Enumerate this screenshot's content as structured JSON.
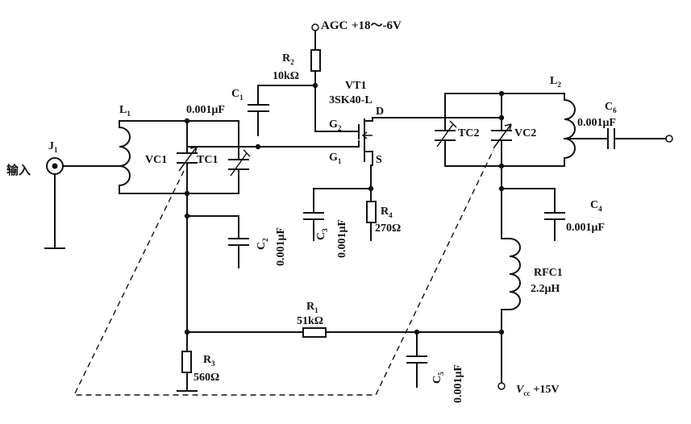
{
  "supply": {
    "agc_label": "AGC",
    "agc_range": "+18～-6V",
    "vcc_symbol": "V",
    "vcc_sub": "cc",
    "vcc_value": "+15V"
  },
  "input": {
    "connector_label": "J",
    "connector_sub": "1",
    "label": "输入"
  },
  "transistor": {
    "ref": "VT1",
    "part": "3SK40-L",
    "gate2": "G",
    "gate2_sub": "2",
    "gate1": "G",
    "gate1_sub": "1",
    "drain": "D",
    "source": "S"
  },
  "components": {
    "L1": {
      "ref": "L",
      "sub": "1"
    },
    "L2": {
      "ref": "L",
      "sub": "2"
    },
    "VC1": "VC1",
    "TC1": "TC1",
    "VC2": "VC2",
    "TC2": "TC2",
    "C1": {
      "ref": "C",
      "sub": "1",
      "value": "0.001μF"
    },
    "C2": {
      "ref": "C",
      "sub": "2",
      "value": "0.001μF"
    },
    "C3": {
      "ref": "C",
      "sub": "3",
      "value": "0.001μF"
    },
    "C4": {
      "ref": "C",
      "sub": "4",
      "value": "0.001μF"
    },
    "C5": {
      "ref": "C",
      "sub": "5",
      "value": "0.001μF"
    },
    "C6": {
      "ref": "C",
      "sub": "6",
      "value": "0.001μF"
    },
    "R1": {
      "ref": "R",
      "sub": "1",
      "value": "51kΩ"
    },
    "R2": {
      "ref": "R",
      "sub": "2",
      "value": "10kΩ"
    },
    "R3": {
      "ref": "R",
      "sub": "3",
      "value": "560Ω"
    },
    "R4": {
      "ref": "R",
      "sub": "4",
      "value": "270Ω"
    },
    "RFC1": {
      "ref": "RFC1",
      "value": "2.2μH"
    }
  }
}
